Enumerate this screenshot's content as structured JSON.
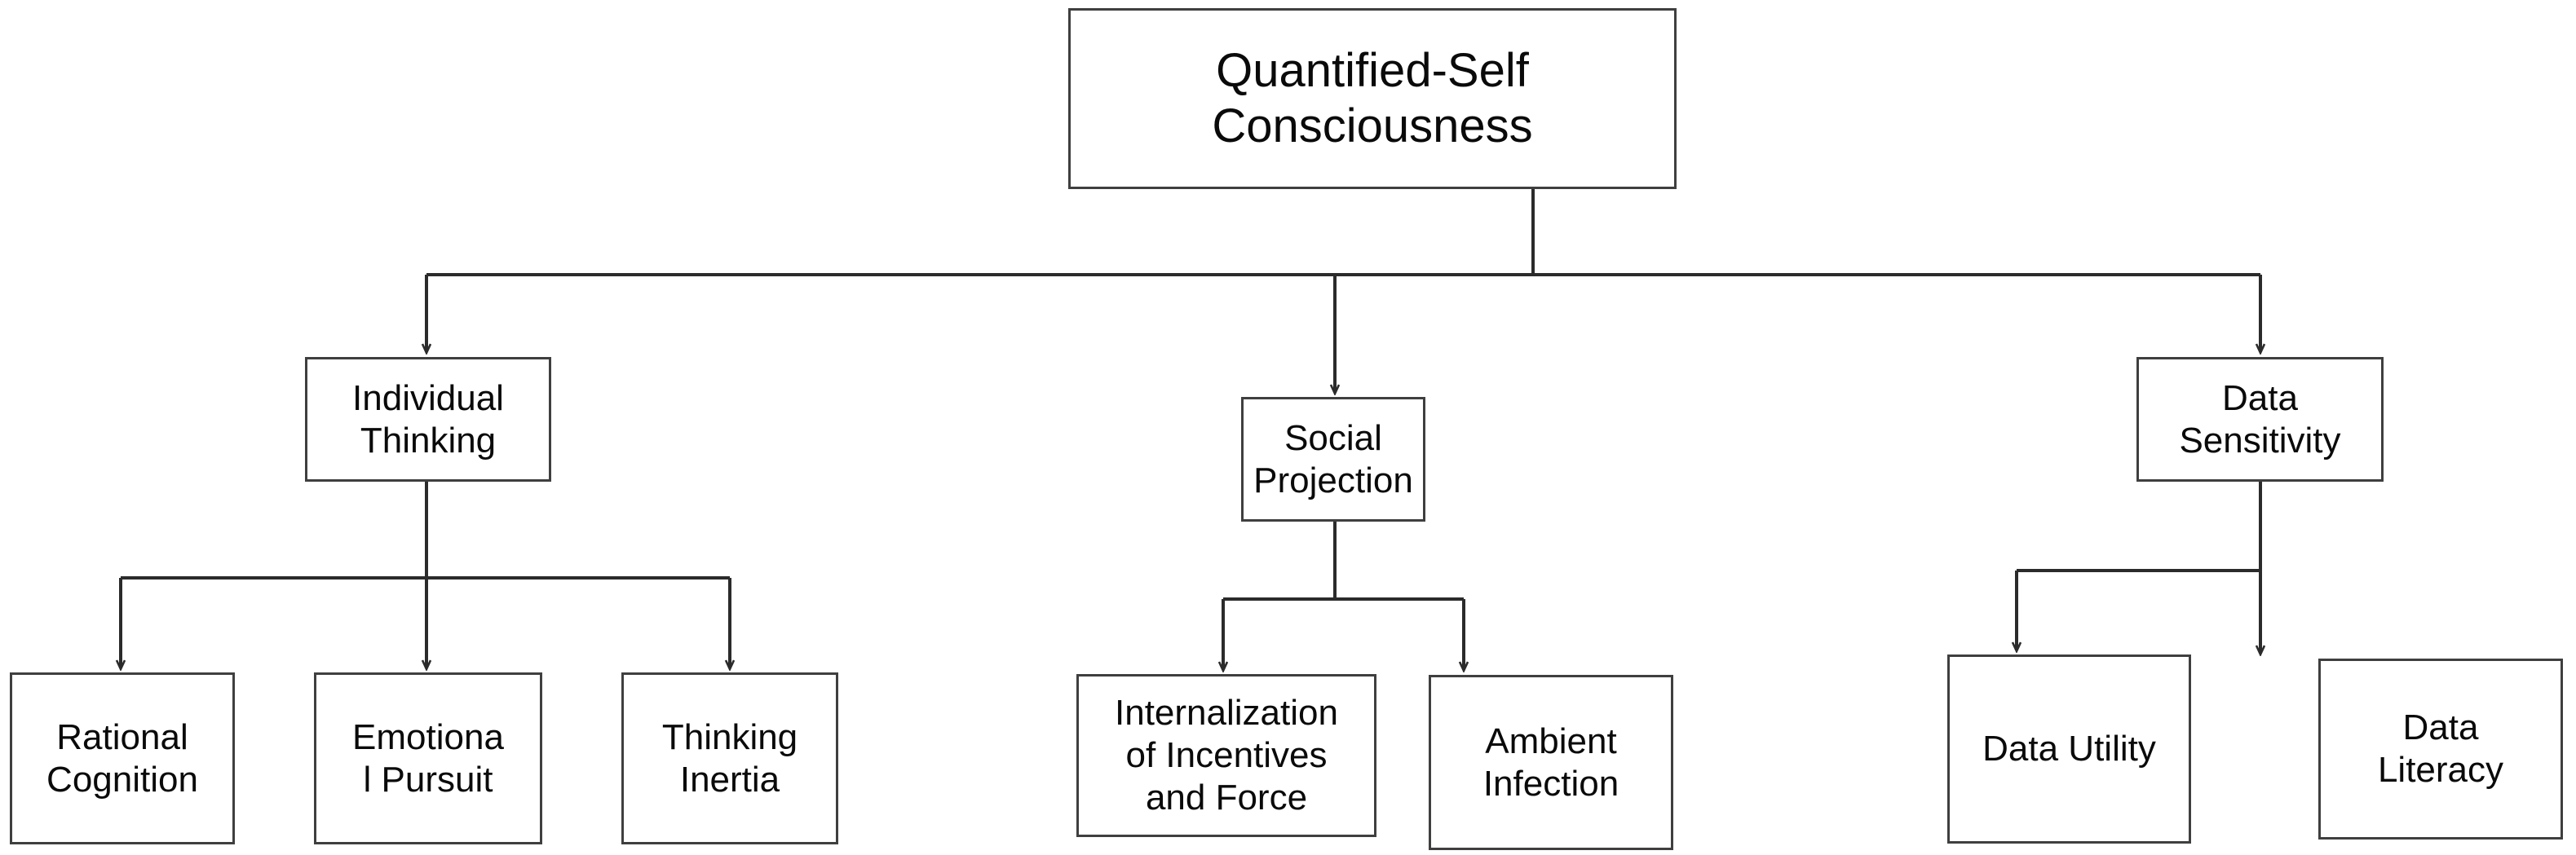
{
  "diagram": {
    "title": "Quantified-Self Consciousness",
    "type": "hierarchy-tree",
    "orientation": "top-down",
    "levels": 3,
    "colors": {
      "background": "#ffffff",
      "node_border": "#3f3f3f",
      "node_fill": "#ffffff",
      "text": "#0a0a0a",
      "edge": "#2b2b2b"
    },
    "root": {
      "label": "Quantified-Self\nConsciousness"
    },
    "branches": [
      {
        "label": "Individual\nThinking",
        "children": [
          {
            "label": "Rational\nCognition"
          },
          {
            "label": "Emotiona\nl Pursuit"
          },
          {
            "label": "Thinking\nInertia"
          }
        ]
      },
      {
        "label": "Social\nProjection",
        "children": [
          {
            "label": "Internalization\nof Incentives\nand Force"
          },
          {
            "label": "Ambient\nInfection"
          }
        ]
      },
      {
        "label": "Data\nSensitivity",
        "children": [
          {
            "label": "Data Utility"
          },
          {
            "label": "Data\nLiteracy"
          }
        ]
      }
    ]
  }
}
